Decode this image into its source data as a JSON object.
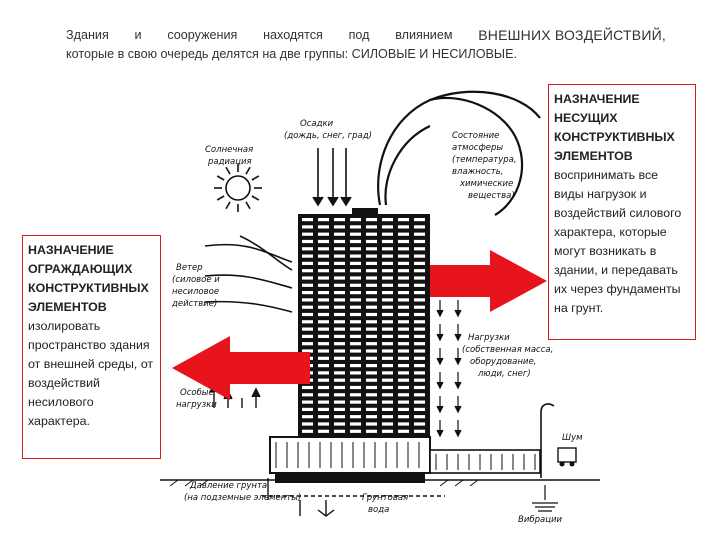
{
  "intro": {
    "line1_words": [
      "Здания",
      "и",
      "сооружения",
      "находятся",
      "под",
      "влиянием"
    ],
    "line1_caps": "ВНЕШНИХ  ВОЗДЕЙСТВИЙ,",
    "line2": "которые в свою очередь делятся на две группы: СИЛОВЫЕ И НЕСИЛОВЫЕ."
  },
  "left_box": {
    "heading": "НАЗНАЧЕНИЕ ОГРАЖДАЮЩИХ КОНСТРУКТИВНЫХ ЭЛЕМЕНТОВ",
    "body": "изолировать пространство здания от внешней среды, от воздействий несилового характера."
  },
  "right_box": {
    "heading": "НАЗНАЧЕНИЕ НЕСУЩИХ КОНСТРУКТИВНЫХ ЭЛЕМЕНТОВ",
    "body": "воспринимать все виды нагрузок и воздействий силового характера, которые могут возникать в здании, и передавать их через фундаменты на грунт."
  },
  "diagram_labels": {
    "precipitation_1": "Осадки",
    "precipitation_2": "(дождь, снег, град)",
    "solar_1": "Солнечная",
    "solar_2": "радиация",
    "atmosphere_1": "Состояние",
    "atmosphere_2": "атмосферы",
    "atmosphere_3": "(температура,",
    "atmosphere_4": "влажность,",
    "atmosphere_5": "химические",
    "atmosphere_6": "вещества)",
    "wind_1": "Ветер",
    "wind_2": "(силовое и",
    "wind_3": "несиловое",
    "wind_4": "действие)",
    "special_1": "Особые",
    "special_2": "нагрузки",
    "loads_1": "Нагрузки",
    "loads_2": "(собственная масса,",
    "loads_3": "оборудование,",
    "loads_4": "люди, снег)",
    "noise": "Шум",
    "groundwater_1": "Грунтовая",
    "groundwater_2": "вода",
    "soil_1": "Давление грунта",
    "soil_2": "(на подземные элементы)",
    "vibration": "Вибрации"
  },
  "colors": {
    "accent": "#d62020",
    "ink": "#111111"
  }
}
